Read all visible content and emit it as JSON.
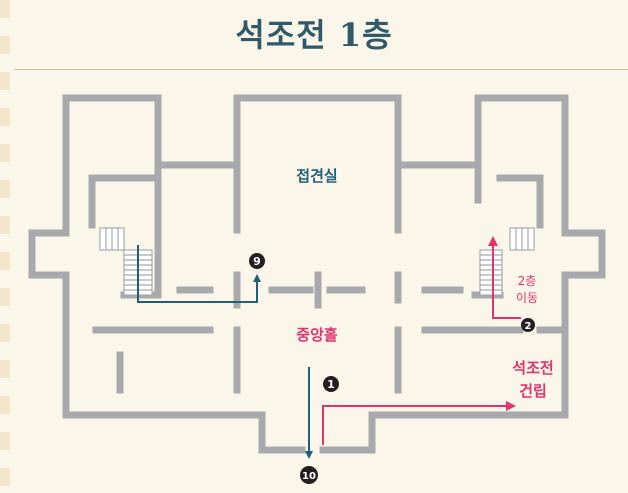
{
  "title": "석조전 1층",
  "rooms": {
    "reception": "접견실",
    "central_hall": "중앙홀",
    "building_line1": "석조전",
    "building_line2": "건립"
  },
  "stairs_note": {
    "line1": "2층",
    "line2": "이동"
  },
  "markers": {
    "m1": "1",
    "m2": "2",
    "m9": "9",
    "m10": "10"
  },
  "colors": {
    "wall": "#a7a9ac",
    "blue_route": "#1f5f7a",
    "pink_route": "#e2336f",
    "title": "#2e5a6a",
    "marker": "#231f20"
  }
}
